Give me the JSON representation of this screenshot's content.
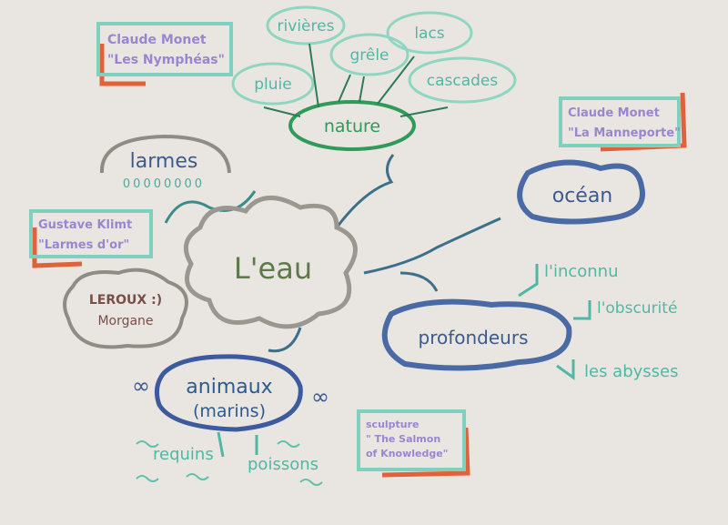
{
  "center": {
    "label": "L'eau"
  },
  "nature": {
    "label": "nature",
    "children": [
      "rivières",
      "grêle",
      "lacs",
      "pluie",
      "cascades"
    ]
  },
  "larmes": {
    "label": "larmes",
    "drops": "00000000"
  },
  "ocean": {
    "label": "océan"
  },
  "profondeurs": {
    "label": "profondeurs",
    "children": [
      "l'inconnu",
      "l'obscurité",
      "les abysses"
    ]
  },
  "animaux": {
    "label_line1": "animaux",
    "label_line2": "(marins)",
    "children": [
      "requins",
      "poissons"
    ]
  },
  "author": {
    "line1": "LEROUX :)",
    "line2": "Morgane"
  },
  "references": [
    {
      "line1": "Claude Monet",
      "line2": "\"Les Nymphéas\""
    },
    {
      "line1": "Claude Monet",
      "line2": "\"La Manneporte\""
    },
    {
      "line1": "Gustave Klimt",
      "line2": "\"Larmes d'or\""
    },
    {
      "line1": "sculpture",
      "line2": "\" The Salmon",
      "line3": "of Knowledge\""
    }
  ],
  "colors": {
    "paper": "#e9e6e1",
    "teal": "#4fb8a4",
    "purple": "#9a86cf",
    "orange": "#e0623a",
    "blue": "#3c5a8e",
    "grey": "#8f8c86",
    "green": "#2f9a5a"
  }
}
